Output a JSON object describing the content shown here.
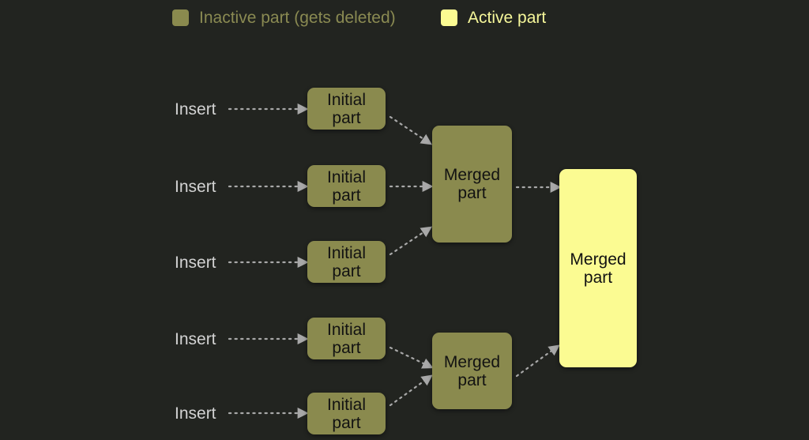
{
  "background_color": "#222420",
  "colors": {
    "inactive_fill": "#8a8a4e",
    "active_fill": "#fbfb92",
    "inactive_legend_text": "#8a8a52",
    "active_legend_text": "#f6f79a",
    "insert_text": "#d2d2d2",
    "node_text": "#121212",
    "arrow": "#a8a8a8"
  },
  "legend": {
    "inactive": {
      "label": "Inactive part (gets deleted)",
      "swatch_name": "inactive-swatch"
    },
    "active": {
      "label": "Active part",
      "swatch_name": "active-swatch"
    }
  },
  "inserts": [
    {
      "label": "Insert"
    },
    {
      "label": "Insert"
    },
    {
      "label": "Insert"
    },
    {
      "label": "Insert"
    },
    {
      "label": "Insert"
    }
  ],
  "initial_parts": [
    {
      "line1": "Initial",
      "line2": "part"
    },
    {
      "line1": "Initial",
      "line2": "part"
    },
    {
      "line1": "Initial",
      "line2": "part"
    },
    {
      "line1": "Initial",
      "line2": "part"
    },
    {
      "line1": "Initial",
      "line2": "part"
    }
  ],
  "merged_parts": [
    {
      "line1": "Merged",
      "line2": "part",
      "state": "inactive"
    },
    {
      "line1": "Merged",
      "line2": "part",
      "state": "inactive"
    }
  ],
  "final_part": {
    "line1": "Merged",
    "line2": "part",
    "state": "active"
  }
}
